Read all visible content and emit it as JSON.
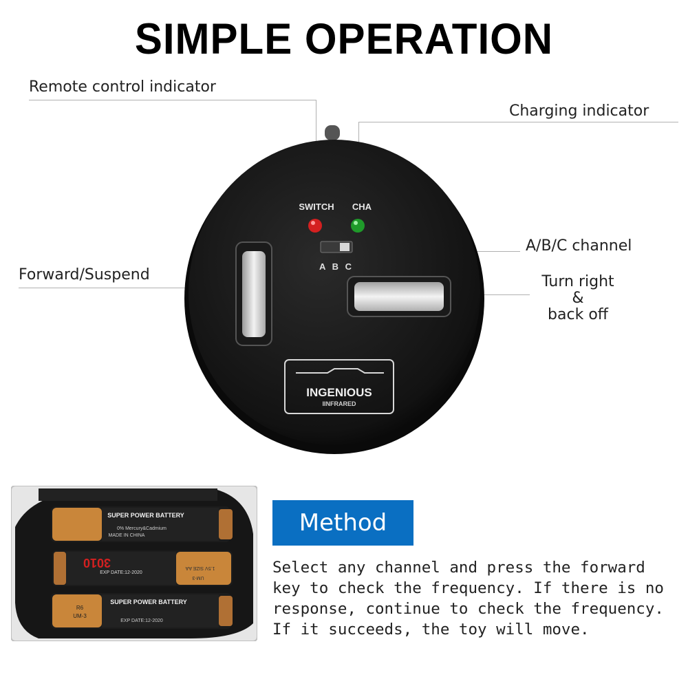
{
  "title": "SIMPLE OPERATION",
  "callouts": {
    "remote_indicator": "Remote control indicator",
    "charging_indicator": "Charging indicator",
    "channel": "A/B/C channel",
    "forward": "Forward/Suspend",
    "turn_right": [
      "Turn right",
      "&",
      "back off"
    ]
  },
  "device": {
    "switch_led": "SWITCH",
    "cha_led": "CHA",
    "channel_letters": "A B C",
    "brand": "INGENIOUS",
    "brand_sub": "IINFRARED",
    "led_colors": {
      "switch": "#d42020",
      "cha": "#1f9a2a"
    }
  },
  "batteries": {
    "top_label": "SUPER POWER BATTERY",
    "top_small": "0% Mercury&Cadmium",
    "top_made": "MADE IN CHINA",
    "mid_brand": "3010",
    "mid_exp": "EXP DATE:12-2020",
    "mid_size": "1.5V SIZE AA",
    "mid_um": "UM-3",
    "bottom_label": "SUPER POWER BATTERY",
    "bottom_r6": "R6",
    "bottom_um": "UM-3",
    "bottom_exp": "EXP DATE:12-2020"
  },
  "method": {
    "heading": "Method",
    "lines": [
      "Select any channel and press the forward",
      "key to check the frequency. If there is no",
      "response, continue to check the frequency.",
      "If it succeeds, the toy will move."
    ]
  }
}
